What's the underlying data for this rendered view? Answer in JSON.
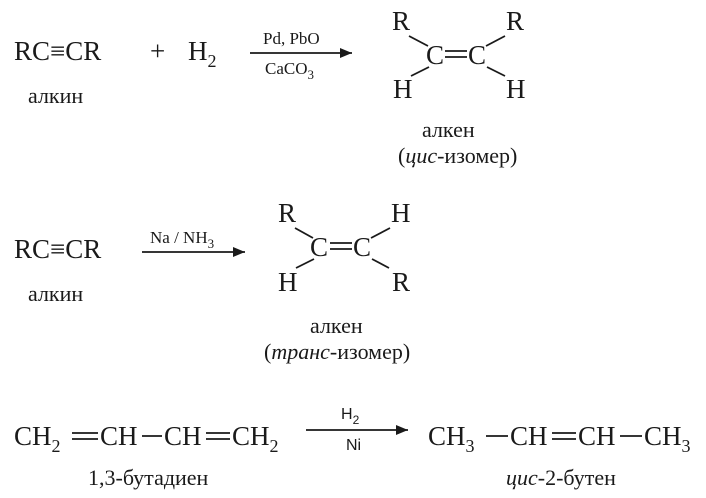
{
  "reaction1": {
    "reactant": "RC≡CR",
    "reactant_label": "алкин",
    "plus": "+",
    "reagent": "H",
    "reagent_sub": "2",
    "catalyst_top": "Pd, PbO",
    "catalyst_bottom": "CaCO",
    "catalyst_bottom_sub": "3",
    "product": {
      "top_left": "R",
      "top_right": "R",
      "left_c": "C",
      "right_c": "C",
      "bottom_left": "H",
      "bottom_right": "H"
    },
    "product_label": "алкен",
    "isomer_prefix": "(",
    "isomer_italic": "цис",
    "isomer_suffix": "-изомер)"
  },
  "reaction2": {
    "reactant": "RC≡CR",
    "reactant_label": "алкин",
    "catalyst_top": "Na / NH",
    "catalyst_top_sub": "3",
    "product": {
      "top_left": "R",
      "top_right": "H",
      "left_c": "C",
      "right_c": "C",
      "bottom_left": "H",
      "bottom_right": "R"
    },
    "product_label": "алкен",
    "isomer_prefix": "(",
    "isomer_italic": "транс",
    "isomer_suffix": "-изомер)"
  },
  "reaction3": {
    "reactant": {
      "ch2a": "CH",
      "ch2a_sub": "2",
      "ch_b": "CH",
      "ch_c": "CH",
      "ch2d": "CH",
      "ch2d_sub": "2"
    },
    "reactant_label": "1,3-бутадиен",
    "catalyst_top": "H",
    "catalyst_top_sub": "2",
    "catalyst_bottom": "Ni",
    "product": {
      "ch3a": "CH",
      "ch3a_sub": "3",
      "ch_b": "CH",
      "ch_c": "CH",
      "ch3d": "CH",
      "ch3d_sub": "3"
    },
    "product_label_italic": "цис",
    "product_label_suffix": "-2-бутен"
  },
  "colors": {
    "ink": "#1a1a1a",
    "background": "#ffffff"
  }
}
